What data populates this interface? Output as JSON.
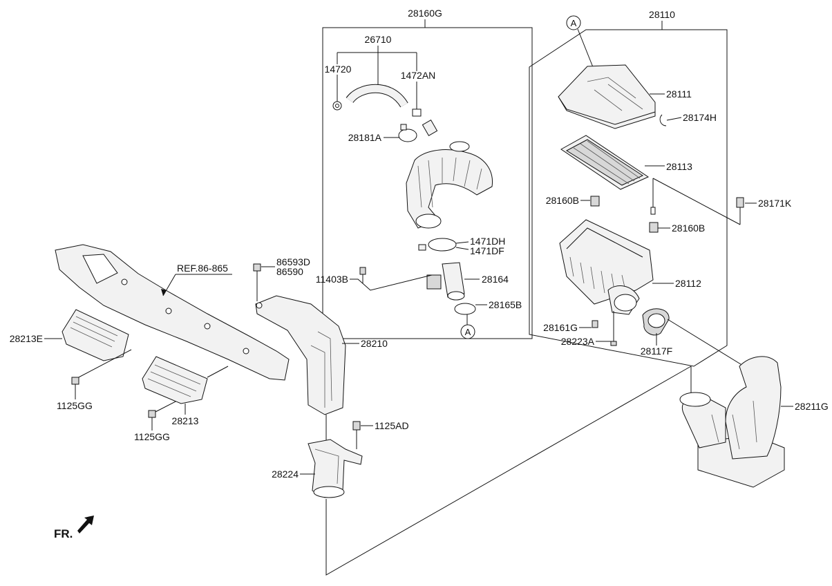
{
  "labels": {
    "l28160G": "28160G",
    "l26710": "26710",
    "l14720": "14720",
    "l1472AN": "1472AN",
    "l28181A": "28181A",
    "l1471DH": "1471DH",
    "l1471DF": "1471DF",
    "l28164": "28164",
    "l28165B": "28165B",
    "l11403B": "11403B",
    "l28110": "28110",
    "l28111": "28111",
    "l28174H": "28174H",
    "l28113": "28113",
    "l28160B_top": "28160B",
    "l28160B_right": "28160B",
    "l28171K": "28171K",
    "l28112": "28112",
    "l28161G": "28161G",
    "l28223A": "28223A",
    "l28117F": "28117F",
    "l28211G": "28211G",
    "l86593D": "86593D",
    "l86590": "86590",
    "lREF": "REF.86-865",
    "l28210": "28210",
    "l28213E": "28213E",
    "l1125GG_a": "1125GG",
    "l1125GG_b": "1125GG",
    "l28213": "28213",
    "l1125AD": "1125AD",
    "l28224": "28224",
    "circleA_1": "A",
    "circleA_2": "A",
    "fr": "FR."
  },
  "icons": {
    "front_direction": "arrow-down-left-icon"
  }
}
